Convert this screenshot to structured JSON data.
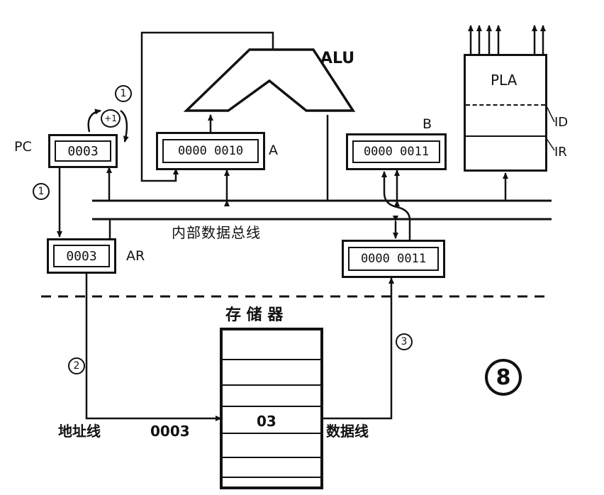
{
  "registers": {
    "pc": {
      "label": "PC",
      "value": "0003"
    },
    "a": {
      "label": "A",
      "value": "0000 0010"
    },
    "b": {
      "label": "B",
      "value": "0000 0011"
    },
    "ar": {
      "label": "AR",
      "value": "0003"
    },
    "dr": {
      "value": "0000 0011"
    }
  },
  "alu": {
    "label": "ALU"
  },
  "pla": {
    "label": "PLA",
    "id_label": "ID",
    "ir_label": "IR"
  },
  "bus": {
    "label": "内部数据总线"
  },
  "memory": {
    "title": "存 储 器",
    "cell_value": "03"
  },
  "address_line": {
    "label": "地址线",
    "value": "0003"
  },
  "data_line": {
    "label": "数据线"
  },
  "steps": {
    "s1": "1",
    "s1_plus": "+1",
    "s1b": "1",
    "s2": "2",
    "s3": "3",
    "figure": "8"
  }
}
